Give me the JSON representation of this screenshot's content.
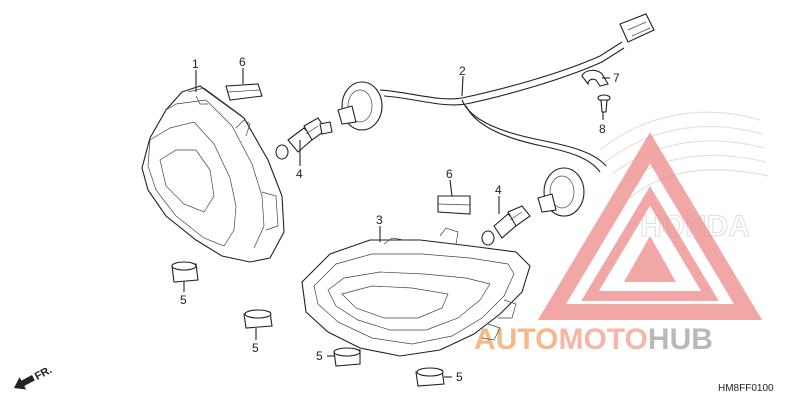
{
  "diagram": {
    "callouts": {
      "headlight_left": "1",
      "harness": "2",
      "headlight_right": "3",
      "bulb_left": "4",
      "bulb_right": "4",
      "grommet_a": "5",
      "grommet_b": "5",
      "grommet_c": "5",
      "grommet_d": "5",
      "rubber_cap_left": "6",
      "rubber_cap_right": "6",
      "clamp": "7",
      "screw": "8"
    },
    "direction_label": "FR.",
    "drawing_code": "HM8FF0100"
  },
  "watermark": {
    "auto": "AUTO",
    "moto": "MOTO",
    "hub": "HUB",
    "brand": "HONDA",
    "colors": {
      "auto": "#f4b98a",
      "moto": "#f6b7a8",
      "hub": "#b9b9b9",
      "triangle": "#ee8a8a"
    }
  }
}
